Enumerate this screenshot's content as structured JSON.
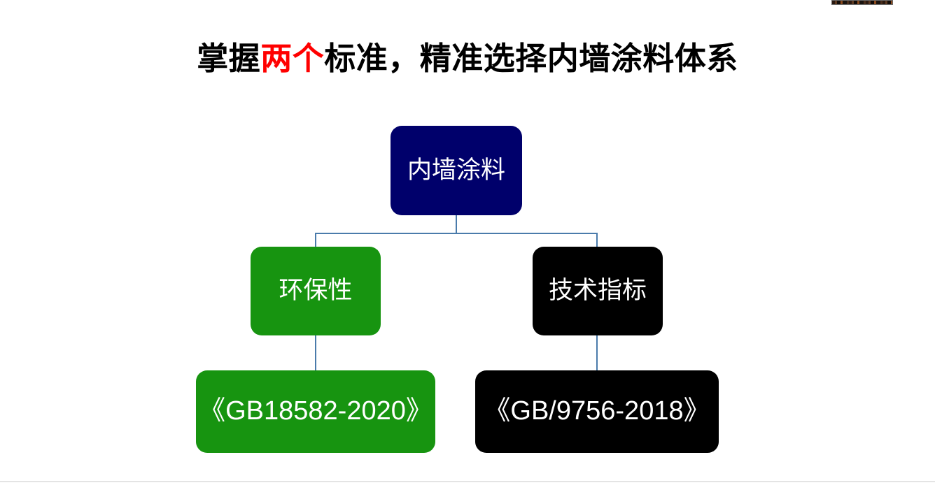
{
  "slide": {
    "background_color": "#ffffff",
    "title": {
      "before": "掌握",
      "highlight": "两个",
      "after": "标准，精准选择内墙涂料体系",
      "full": "掌握两个标准，精准选择内墙涂料体系",
      "highlight_color": "#FF0000",
      "text_color": "#000000"
    }
  },
  "diagram": {
    "type": "tree",
    "connector_color": "#4A7BAB",
    "nodes": {
      "root": {
        "label": "内墙涂料",
        "fill": "#00006B",
        "text_color": "#FFFFFF"
      },
      "branch_left": {
        "label": "环保性",
        "fill": "#179410",
        "text_color": "#FFFFFF"
      },
      "branch_right": {
        "label": "技术指标",
        "fill": "#000000",
        "text_color": "#FFFFFF"
      },
      "leaf_left": {
        "label": "《GB18582-2020》",
        "fill": "#179410",
        "text_color": "#FFFFFF"
      },
      "leaf_right": {
        "label": "《GB/9756-2018》",
        "fill": "#000000",
        "text_color": "#FFFFFF"
      }
    }
  },
  "chrome": {
    "top_strip_name": "cropped-thumbnail-strip",
    "bottom_rule_name": "bottom-divider"
  }
}
